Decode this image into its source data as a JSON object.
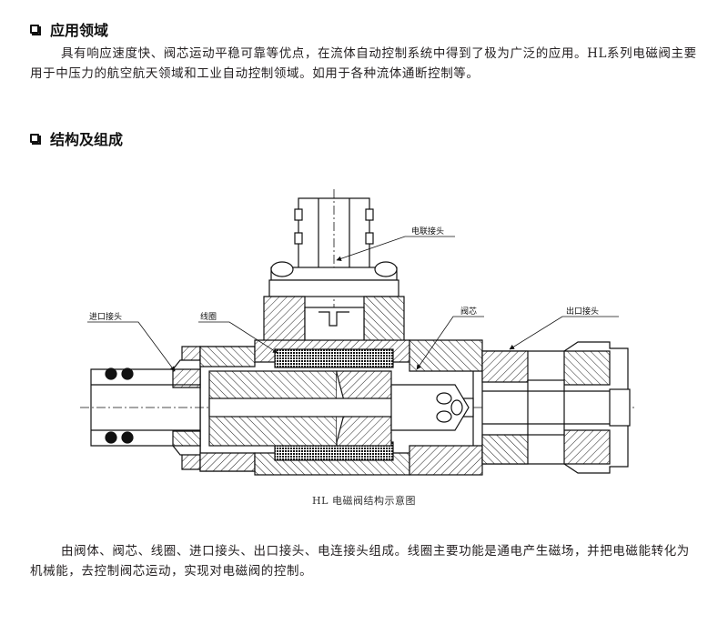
{
  "sections": {
    "application": {
      "title": "应用领域",
      "paragraph": "具有响应速度快、阀芯运动平稳可靠等优点，在流体自动控制系统中得到了极为广泛的应用。HL系列电磁阀主要用于中压力的航空航天领域和工业自动控制领域。如用于各种流体通断控制等。"
    },
    "structure": {
      "title": "结构及组成",
      "paragraph": "由阀体、阀芯、线圈、进口接头、出口接头、电连接头组成。线圈主要功能是通电产生磁场，并把电磁能转化为机械能，去控制阀芯运动，实现对电磁阀的控制。"
    }
  },
  "diagram": {
    "caption": "HL 电磁阀结构示意图",
    "labels": {
      "electrical_connector": "电联接头",
      "inlet_connector": "进口接头",
      "coil": "线圈",
      "valve_core": "阀芯",
      "outlet_connector": "出口接头"
    }
  }
}
